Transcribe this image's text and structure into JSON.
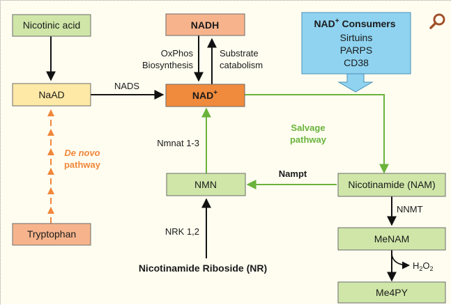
{
  "nodes": {
    "nicotinic_acid": "Nicotinic acid",
    "naad": "NaAD",
    "tryptophan": "Tryptophan",
    "nadh": "NADH",
    "nad": "NAD",
    "nad_sup": "+",
    "nmn": "NMN",
    "nam": "Nicotinamide (NAM)",
    "menam": "MeNAM",
    "me4py": "Me4PY",
    "nr": "Nicotinamide Riboside (NR)"
  },
  "consumers": {
    "title_pre": "NAD",
    "title_sup": "+",
    "title_post": " Consumers",
    "items": [
      "Sirtuins",
      "PARPS",
      "CD38"
    ]
  },
  "labels": {
    "nads": "NADS",
    "oxphos": "OxPhos",
    "biosynthesis": "Biosynthesis",
    "substrate": "Substrate",
    "catabolism": "catabolism",
    "nmnat": "Nmnat 1-3",
    "salvage_1": "Salvage",
    "salvage_2": "pathway",
    "denovo_1": "De novo",
    "denovo_2": "pathway",
    "nampt": "Nampt",
    "nnmt": "NNMT",
    "nrk": "NRK 1,2",
    "h2o2_h": "H",
    "h2o2_2a": "2",
    "h2o2_o": "O",
    "h2o2_2b": "2"
  },
  "colors": {
    "green_box": "#cfe6a8",
    "yellow_box": "#ffe9a6",
    "salmon_box": "#f7b48c",
    "orange_box": "#f08a3c",
    "blue_box": "#8fd3f0",
    "green_arrow": "#6ab33c",
    "orange_arrow": "#f0873a"
  },
  "icons": {
    "corner": "magnifier-icon"
  }
}
